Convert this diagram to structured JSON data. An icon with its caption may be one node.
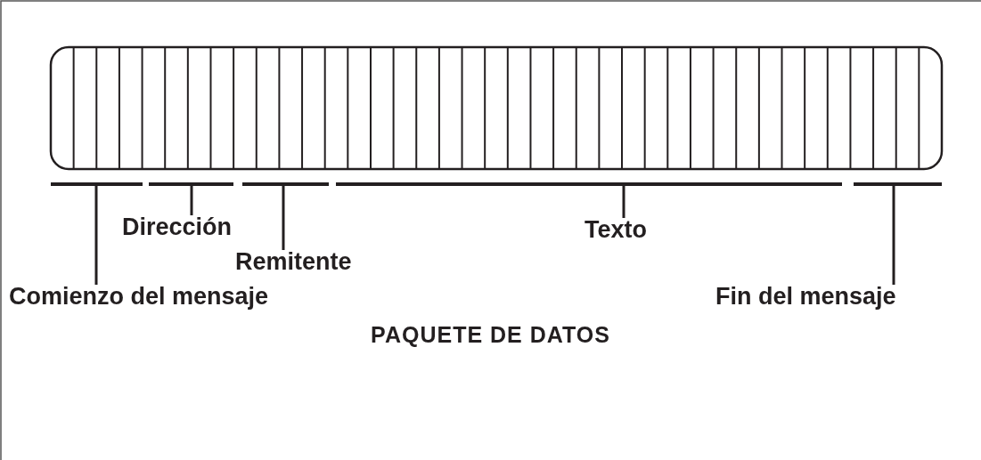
{
  "diagram": {
    "caption": "PAQUETE DE DATOS",
    "nodes": [
      {
        "text": [
          "Dirección"
        ]
      },
      {
        "text": [
          "Texto"
        ]
      },
      {
        "text": [
          "Remitente"
        ]
      },
      {
        "text": [
          "Comienzo del mensaje"
        ]
      },
      {
        "text": [
          "Fin del mensaje"
        ]
      }
    ],
    "edges": [
      {
        "from": 0,
        "to": null,
        "arrow": "none"
      },
      {
        "from": 1,
        "to": null,
        "arrow": "none"
      },
      {
        "from": 2,
        "to": null,
        "arrow": "none"
      },
      {
        "from": 3,
        "to": null,
        "arrow": "none"
      },
      {
        "from": 4,
        "to": null,
        "arrow": "none"
      }
    ]
  }
}
